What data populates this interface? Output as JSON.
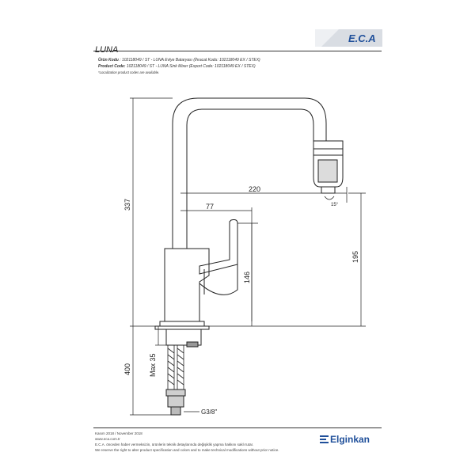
{
  "header": {
    "logo_text": "E.C.A",
    "logo_color": "#1f4f9a",
    "title": "LUNA"
  },
  "info": {
    "line1_label": "Ürün Kodu",
    "line1_value": ": 102118049 / ST - LUNA Evlye Bataryası (İhracat Kodu: 102118049 EX / STEX)",
    "line2_label": "Product Code:",
    "line2_value": "102118049 / ST - LUNA Sink Mixer (Export Code: 102118049 EX / STEX)",
    "line3": "*Localization product codes are available."
  },
  "dimensions": {
    "d337": "337",
    "d220": "220",
    "d77": "77",
    "d195": "195",
    "d146": "146",
    "d400": "400",
    "dmax35": "Max 35",
    "dangle": "15°",
    "dthread": "G3/8\""
  },
  "footer": {
    "date": "Kasım 2018 / November 2018",
    "web": "www.eca.com.tr",
    "tr_note": "E.C.A. önceden haber vermeksizin, ürünlerin teknik detaylarında değişiklik yapma hakkını saklı tutar.",
    "en_note": "We reserve the right to alter product specification and colors and to make technical modifications without prior notice."
  },
  "brand": {
    "name": "Elginkan",
    "color": "#1f4f9a"
  }
}
